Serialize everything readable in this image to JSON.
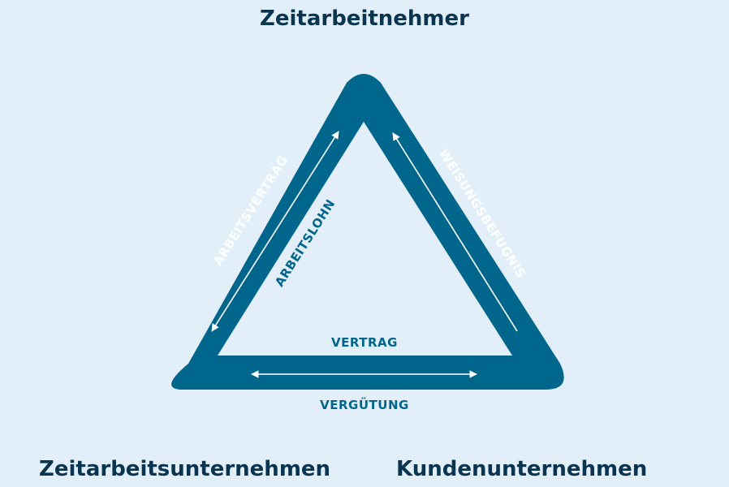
{
  "nodes": {
    "top": "Zeitarbeitnehmer",
    "bottom_left": "Zeitarbeitsunternehmen",
    "bottom_right": "Kundenunternehmen"
  },
  "edges": {
    "left_outer": "ARBEITSVERTRAG",
    "left_inner": "ARBEITSLOHN",
    "right": "WEISUNGSBEFUGNIS",
    "bottom_inner": "VERTRAG",
    "bottom_outer": "VERGÜTUNG"
  },
  "colors": {
    "background": "#e3eff8",
    "triangle": "#00668c",
    "heading": "#0a3551",
    "arrow": "#ffffff"
  }
}
